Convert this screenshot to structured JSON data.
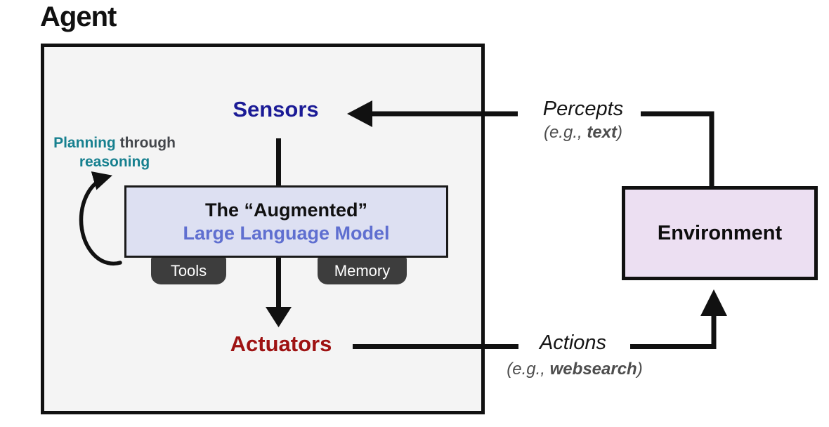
{
  "title": "Agent",
  "agent": {
    "sensors_label": "Sensors",
    "actuators_label": "Actuators",
    "planning": {
      "word1": "Planning ",
      "word2": "through",
      "word3": "reasoning"
    },
    "llm_box": {
      "line1": "The “Augmented”",
      "line2": "Large Language Model"
    },
    "tabs": [
      {
        "label": "Tools"
      },
      {
        "label": "Memory"
      }
    ]
  },
  "environment_label": "Environment",
  "percepts": {
    "title": "Percepts",
    "example_prefix": "(e.g., ",
    "example_bold": "text",
    "example_suffix": ")"
  },
  "actions": {
    "title": "Actions",
    "example_prefix": "(e.g., ",
    "example_bold": "websearch",
    "example_suffix": ")"
  },
  "colors": {
    "sensors": "#1b1b96",
    "actuators": "#9e1212",
    "teal": "#17808f",
    "llm_line2": "#5f6fd0",
    "llm_fill": "#dde0f2",
    "env_fill": "#ecdff2",
    "agent_fill": "#f4f4f4",
    "tab_fill": "#3d3d3d"
  }
}
